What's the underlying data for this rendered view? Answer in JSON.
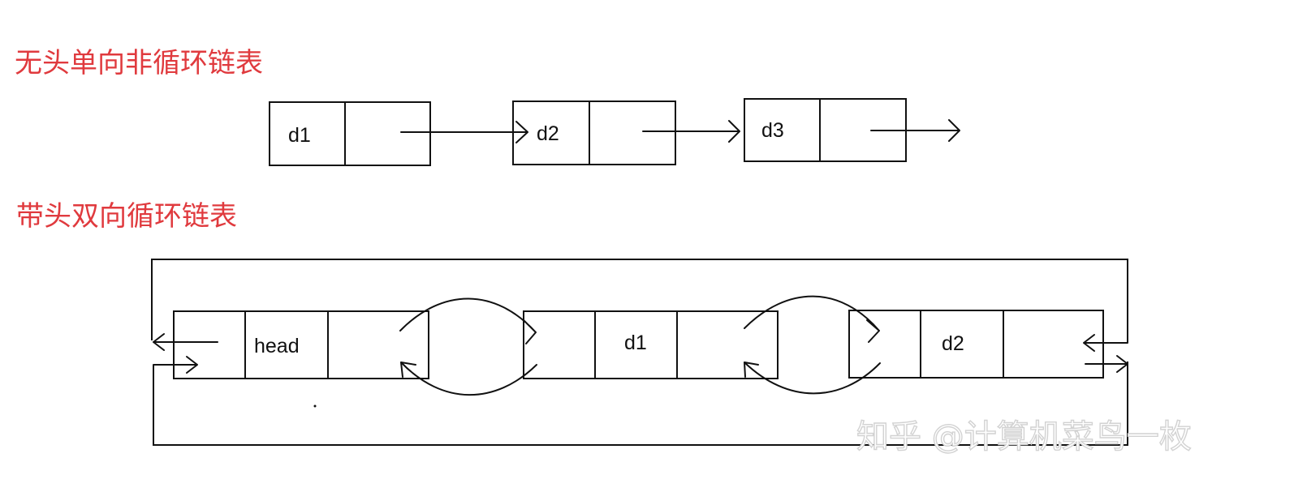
{
  "titles": {
    "singly_noncircular": "无头单向非循环链表",
    "doubly_circular": "带头双向循环链表"
  },
  "singly_list": {
    "nodes": [
      {
        "label": "d1"
      },
      {
        "label": "d2"
      },
      {
        "label": "d3"
      }
    ]
  },
  "doubly_list": {
    "nodes": [
      {
        "label": "head"
      },
      {
        "label": "d1"
      },
      {
        "label": "d2"
      }
    ]
  },
  "watermark": "知乎 @计算机菜鸟一枚",
  "colors": {
    "title": "#e03a3e",
    "line": "#111111",
    "watermark": "#d2d2d2"
  }
}
